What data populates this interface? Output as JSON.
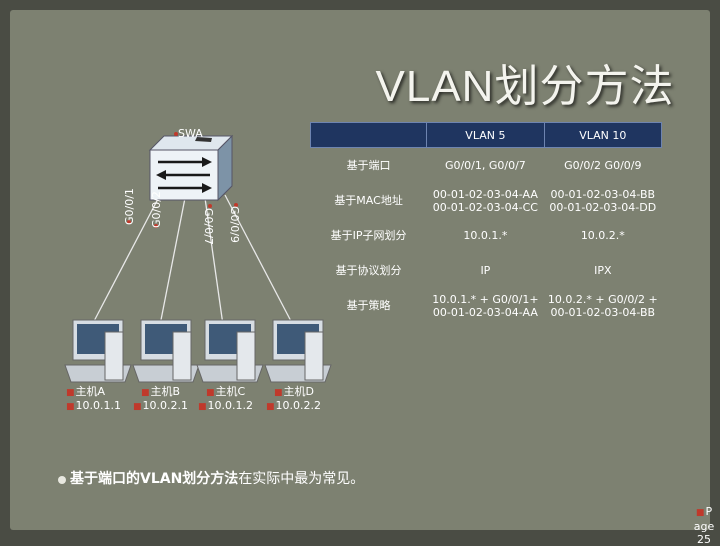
{
  "title": "VLAN划分方法",
  "switch": {
    "label": "SWA"
  },
  "ports": [
    "G0/0/1",
    "G0/0/2",
    "G0/0/7",
    "G0/0/9"
  ],
  "hosts": [
    {
      "name": "主机A",
      "ip": "10.0.1.1"
    },
    {
      "name": "主机B",
      "ip": "10.0.2.1"
    },
    {
      "name": "主机C",
      "ip": "10.0.1.2"
    },
    {
      "name": "主机D",
      "ip": "10.0.2.2"
    }
  ],
  "table": {
    "headers": [
      "",
      "VLAN 5",
      "VLAN 10"
    ],
    "rows": [
      {
        "method": "基于端口",
        "vlan5": "G0/0/1, G0/0/7",
        "vlan10": "G0/0/2 G0/0/9"
      },
      {
        "method": "基于MAC地址",
        "vlan5": "00-01-02-03-04-AA\n00-01-02-03-04-CC",
        "vlan10": "00-01-02-03-04-BB\n00-01-02-03-04-DD"
      },
      {
        "method": "基于IP子网划分",
        "vlan5": "10.0.1.*",
        "vlan10": "10.0.2.*"
      },
      {
        "method": "基于协议划分",
        "vlan5": "IP",
        "vlan10": "IPX"
      },
      {
        "method": "基于策略",
        "vlan5": "10.0.1.* + G0/0/1+\n00-01-02-03-04-AA",
        "vlan10": "10.0.2.* + G0/0/2 +\n00-01-02-03-04-BB"
      }
    ]
  },
  "summary": {
    "part1": "基于端口的VLAN划分方法",
    "part2": "在实际中最为常见。"
  },
  "page": {
    "prefix": "P",
    "label": "age",
    "number": "25"
  },
  "colors": {
    "link_line": "#e8e8e8",
    "port_dot": "#c0392b",
    "table_header": "#1f3560"
  }
}
